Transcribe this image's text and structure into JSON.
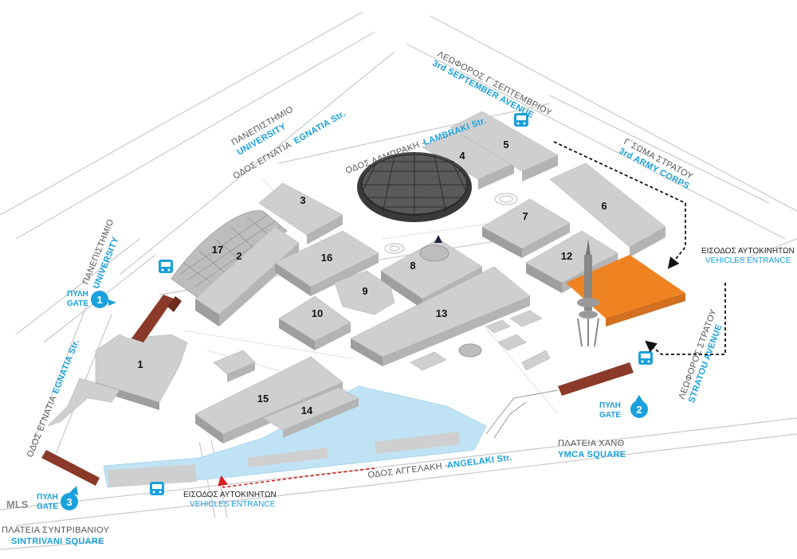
{
  "streets": {
    "egnatia_top_gr": "ΟΔΟΣ ΕΓΝΑΤΙΑ",
    "egnatia_top_en": "EGNATIA Str.",
    "university_top_gr": "ΠΑΝΕΠΙΣΤΗΜΙΟ",
    "university_top_en": "UNIVERSITY",
    "university_left_gr": "ΠΑΝΕΠΙΣΤΗΜΙΟ",
    "university_left_en": "UNIVERSITY",
    "egnatia_left_gr": "ΟΔΟΣ ΕΓΝΑΤΙΑ",
    "egnatia_left_en": "EGNATIA Str.",
    "lambraki_gr": "ΟΔΟΣ ΛΑΜΠΡΑΚΗ -",
    "lambraki_en": "LAMBRAKI Str.",
    "september_gr": "ΛΕΩΦΟΡΟΣ Γ΄ΣΕΠΤΕΜΒΡΙΟΥ",
    "september_en": "3rd SEPTEMBER AVENUE",
    "army_gr": "Γ΄ΣΩΜΑ ΣΤΡΑΤΟΥ",
    "army_en": "3rd ARMY CORPS",
    "stratou_gr": "ΛΕΩΦΟΡΟΣ ΣΤΡΑΤΟΥ",
    "stratou_en": "STRATOU AVENUE",
    "angelaki_gr": "ΟΔΟΣ ΑΓΓΕΛΑΚΗ -",
    "angelaki_en": "ANGELAKI Str.",
    "ymca_gr": "ΠΛΑΤΕΙΑ ΧΑΝΘ",
    "ymca_en": "YMCA SQUARE",
    "sintrivani_gr": "ΠΛΑΤΕΙΑ ΣΥΝΤΡΙΒΑΝΙΟΥ",
    "sintrivani_en": "SINTRIVANI SQUARE"
  },
  "gates": [
    {
      "number": "1",
      "gr": "ΠΥΛΗ",
      "en": "GATE"
    },
    {
      "number": "2",
      "gr": "ΠΥΛΗ",
      "en": "GATE"
    },
    {
      "number": "3",
      "gr": "ΠΥΛΗ",
      "en": "GATE"
    }
  ],
  "vehicle_entrances": [
    {
      "gr": "ΕΙΣΟΔΟΣ ΑΥΤΟΚΙΝΗΤΩΝ",
      "en": "VEHICLES ENTRANCE"
    },
    {
      "gr": "ΕΙΣΟΔΟΣ ΑΥΤΟΚΙΝΗΤΩΝ",
      "en": "VEHICLES ENTRANCE"
    }
  ],
  "mls": "MLS",
  "pavilions": [
    "1",
    "2",
    "3",
    "4",
    "5",
    "6",
    "7",
    "8",
    "9",
    "10",
    "12",
    "13",
    "14",
    "15",
    "16",
    "17"
  ],
  "colors": {
    "accent_blue": "#1aa0dc",
    "highlight_orange": "#f08321",
    "gate_brown": "#8b3a2a",
    "water": "#bfe3f5",
    "building": "#cfcfcf"
  },
  "icons": {
    "bus": "bus-icon",
    "gate_marker": "gate-marker-icon",
    "dome": "dome-icon",
    "tower": "tower-icon"
  }
}
